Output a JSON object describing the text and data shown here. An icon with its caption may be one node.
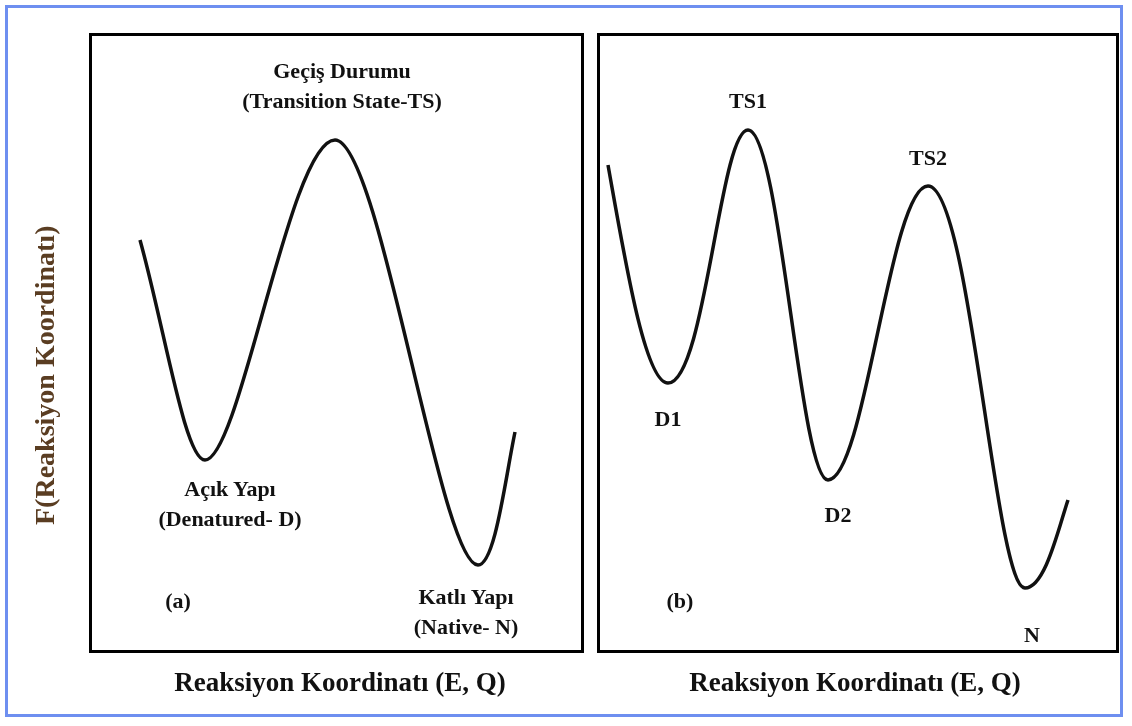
{
  "diagram": {
    "labels": [
      "F(Reaksiyon Koordinatı)",
      "Geçiş Durumu (Transition State-TS)",
      "TS1",
      "TS2",
      "D1",
      "Açık Yapı (Denatured- D)",
      "D2",
      "(a)",
      "Katlı Yapı (Native- N)",
      "(b)",
      "N",
      "Reaksiyon Koordinatı (E, Q)",
      "Reaksiyon Koordinatı (E, Q)"
    ]
  }
}
